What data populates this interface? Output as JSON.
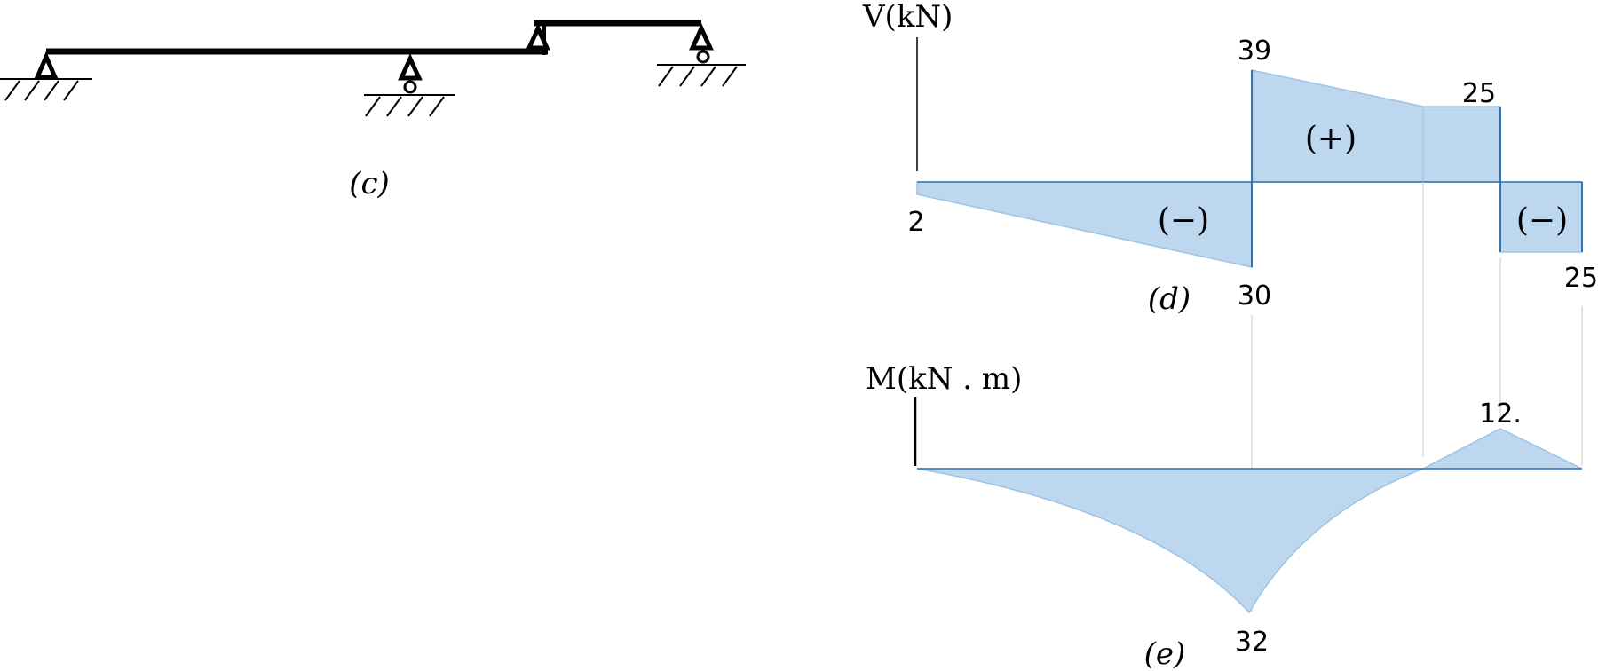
{
  "beam_figure": {
    "caption": "(c)"
  },
  "shear_diagram": {
    "axis_label": "V(kN)",
    "caption": "(d)",
    "labels": {
      "start": "2",
      "peak_pos": "39",
      "step": "25",
      "peak_neg": "30",
      "end_neg": "25"
    },
    "regions": {
      "neg_left": "(−)",
      "pos": "(+)",
      "neg_right": "(−)"
    }
  },
  "moment_diagram": {
    "axis_label": "M(kN . m)",
    "caption": "(e)",
    "labels": {
      "min": "32",
      "max": "12."
    }
  },
  "colors": {
    "fill": "#bdd7ee",
    "stroke": "#2e75b6",
    "line": "#000000"
  }
}
